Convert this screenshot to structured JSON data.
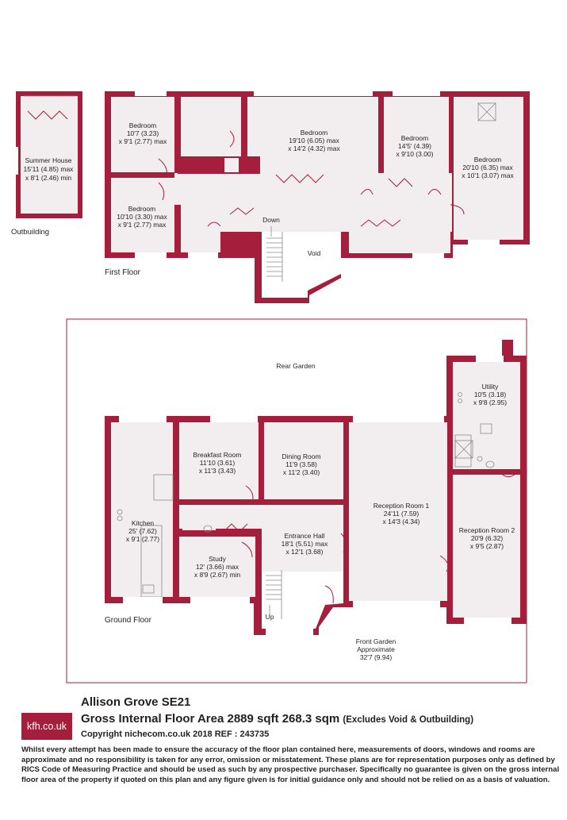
{
  "plan": {
    "outbuilding_label": "Outbuilding",
    "first_floor_label": "First Floor",
    "ground_floor_label": "Ground Floor",
    "rear_garden": "Rear Garden",
    "front_garden": [
      "Front Garden",
      "Approximate",
      "32'7 (9.94)"
    ],
    "down_label": "Down",
    "up_label": "Up",
    "rooms": {
      "summer_house": [
        "Summer House",
        "15'11 (4.85) max",
        "x 8'1 (2.46) min"
      ],
      "bed1": [
        "Bedroom",
        "10'7 (3.23)",
        "x 9'1 (2.77) max"
      ],
      "bed2": [
        "Bedroom",
        "19'10 (6.05) max",
        "x 14'2 (4.32) max"
      ],
      "bed3": [
        "Bedroom",
        "14'5' (4.39)",
        "x 9'10 (3.00)"
      ],
      "bed4": [
        "Bedroom",
        "20'10 (6.35) max",
        "x 10'1 (3.07) max"
      ],
      "bed5": [
        "Bedroom",
        "10'10 (3.30) max",
        "x 9'1 (2.77) max"
      ],
      "void": [
        "Void"
      ],
      "utility": [
        "Utility",
        "10'5 (3.18)",
        "x 9'8 (2.95)"
      ],
      "breakfast": [
        "Breakfast Room",
        "11'10 (3.61)",
        "x 11'3 (3.43)"
      ],
      "dining": [
        "Dining Room",
        "11'9 (3.58)",
        "x 11'2 (3.40)"
      ],
      "reception1": [
        "Reception Room 1",
        "24'11 (7.59)",
        "x 14'3 (4.34)"
      ],
      "reception2": [
        "Reception Room 2",
        "20'9 (6.32)",
        "x 9'5 (2.87)"
      ],
      "kitchen": [
        "Kitchen",
        "25' (7.62)",
        "x 9'1 (2.77)"
      ],
      "entrance": [
        "Entrance Hall",
        "18'1 (5.51) max",
        "x 12'1 (3.68)"
      ],
      "study": [
        "Study",
        "12' (3.66) max",
        "x 8'9 (2.67) min"
      ]
    }
  },
  "footer": {
    "logo_text": "kfh.co.uk",
    "address": "Allison Grove  SE21",
    "area_main": "Gross Internal Floor Area 2889 sqft 268.3 sqm",
    "area_note": "(Excludes Void & Outbuilding)",
    "copyright": "Copyright nichecom.co.uk 2018 REF : 243735",
    "disclaimer": "Whilst every attempt has been made to ensure the accuracy of the floor plan contained here, measurements of doors, windows and rooms are approximate and no responsibility is taken for any error, omission or misstatement.  These plans are for representation purposes only as defined by RICS Code of Measuring Practice and should be used as such by any prospective purchaser.  Specifically no guarantee is given on the gross internal floor area of the property if quoted on this plan and any figure given is for initial guidance only and should not be relied on as a basis of valuation."
  },
  "colors": {
    "wall": "#a51e3b",
    "room_fill": "#f2eeef"
  }
}
